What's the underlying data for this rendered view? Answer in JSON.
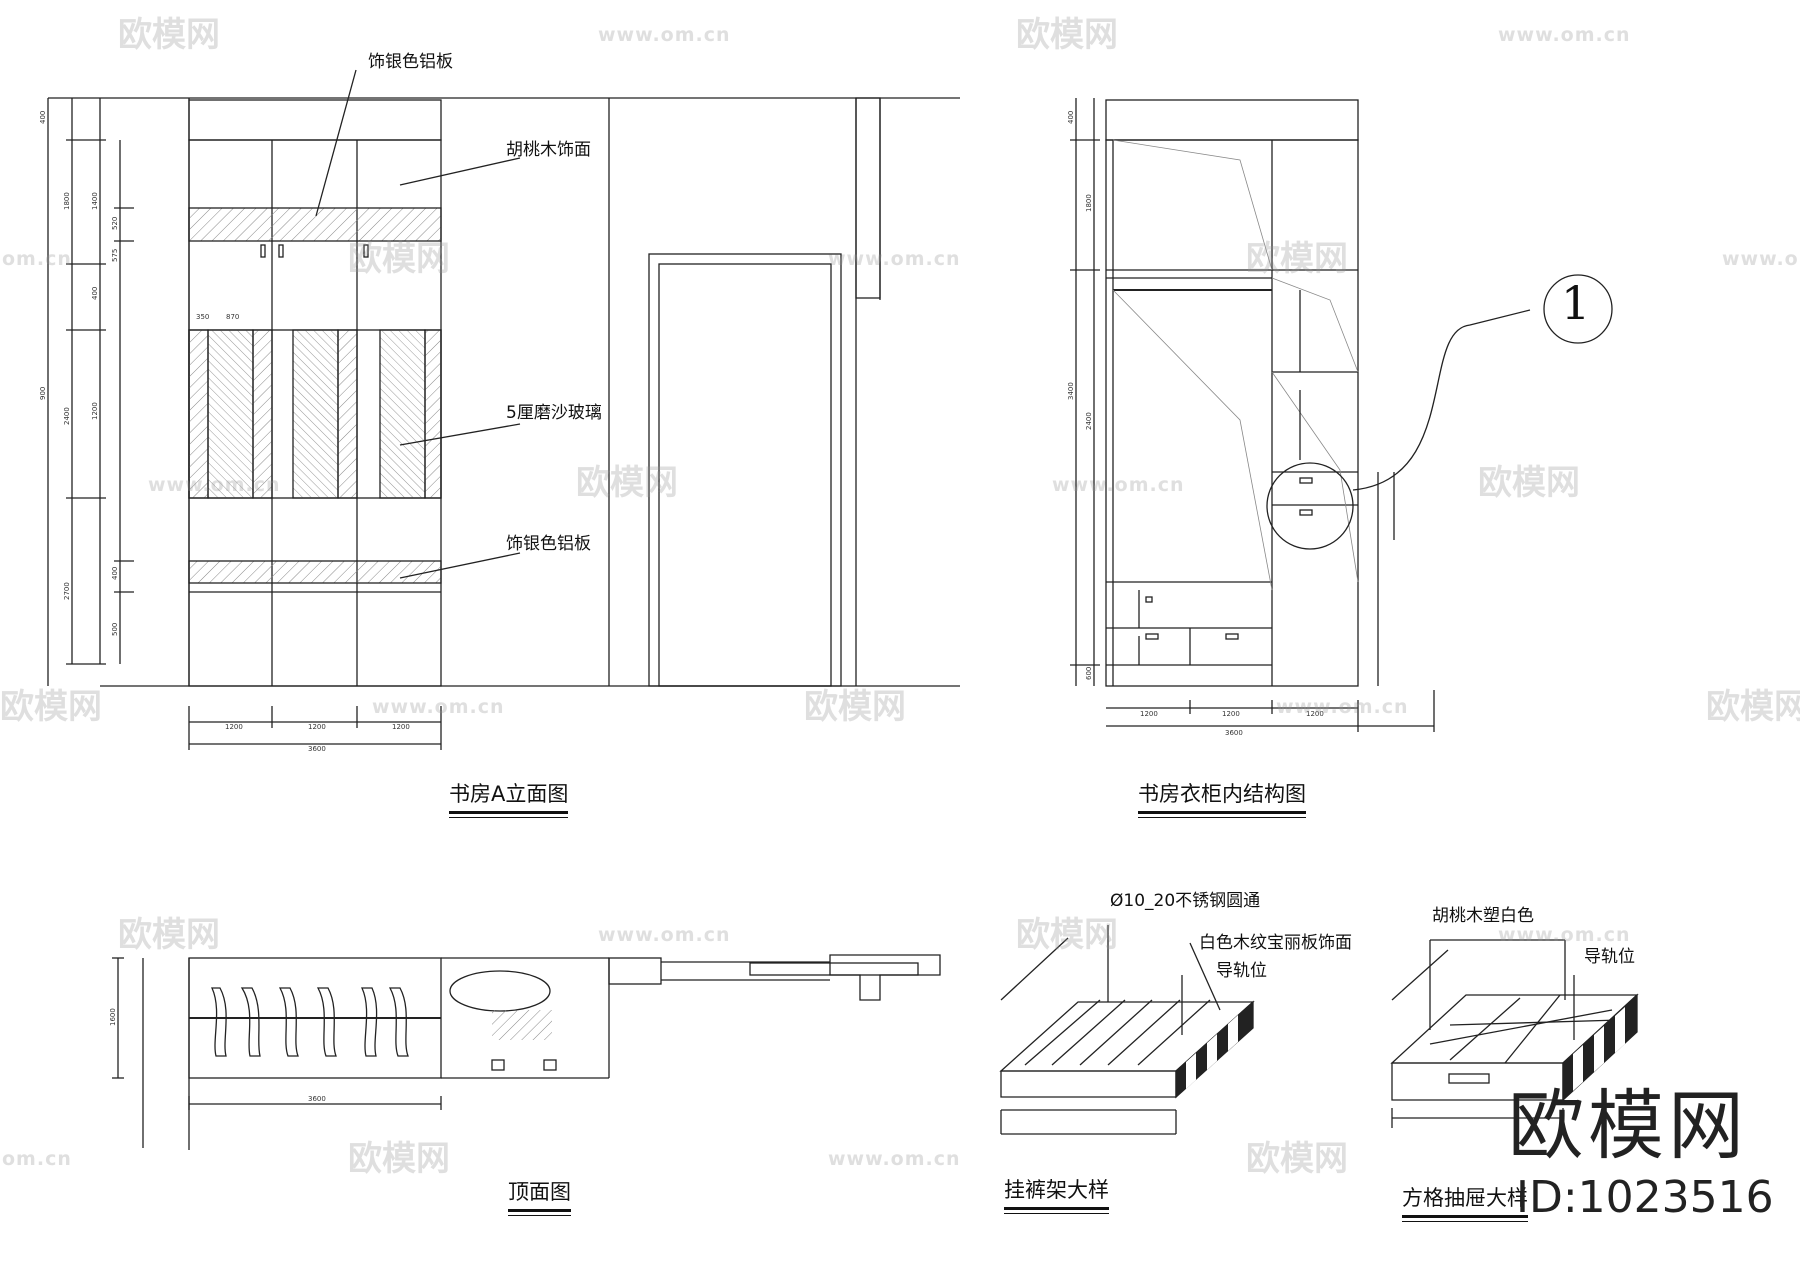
{
  "drawing": {
    "views": {
      "elevation": {
        "title": "书房A立面图"
      },
      "wardrobe": {
        "title": "书房衣柜内结构图"
      },
      "plan": {
        "title": "顶面图"
      },
      "trouser_rack": {
        "title": "挂裤架大样"
      },
      "drawer": {
        "title": "方格抽屉大样"
      }
    },
    "labels": {
      "silver_al_top": "饰银色铝板",
      "walnut_face": "胡桃木饰面",
      "frosted_glass": "5厘磨沙玻璃",
      "silver_al_bottom": "饰银色铝板",
      "steel_tube": "Ø10_20不锈钢圆通",
      "white_board": "白色木纹宝丽板饰面",
      "rail_left": "导轨位",
      "walnut_white": "胡桃木塑白色",
      "rail_right": "导轨位"
    },
    "callout": {
      "number": "1"
    },
    "dimensions": {
      "elev_bottom": [
        "1200",
        "1200",
        "1200"
      ],
      "elev_total": "3600",
      "elev_left": [
        "400",
        "1800",
        "900",
        "2400",
        "2700"
      ],
      "elev_inner": [
        "1400",
        "575",
        "520",
        "400",
        "1200",
        "400",
        "500"
      ],
      "elev_top_small": [
        "350",
        "870"
      ],
      "ward_bottom": [
        "1200",
        "1200",
        "1200"
      ],
      "ward_total": "3600",
      "ward_left": [
        "400",
        "1800",
        "3400",
        "2400",
        "600"
      ],
      "plan_left": "1600",
      "plan_bottom": "3600"
    }
  },
  "watermark": {
    "brand": "欧模网",
    "url": "www.om.cn",
    "url_short": "om.cn",
    "url_cut": "www.om"
  },
  "brand": {
    "text": "欧模网",
    "id": "ID:1023516"
  }
}
